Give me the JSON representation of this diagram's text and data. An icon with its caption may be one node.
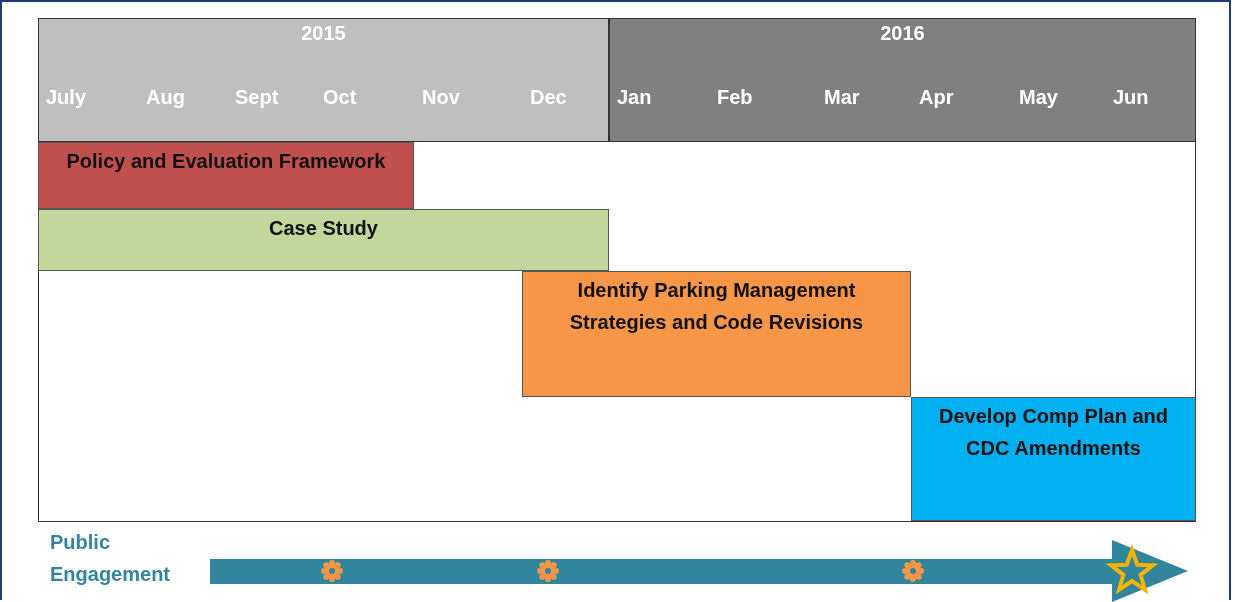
{
  "diagram": {
    "nodes": [
      {
        "text": [
          "Policy and Evaluation Framework"
        ]
      },
      {
        "text": [
          "Case Study"
        ]
      },
      {
        "text": [
          "Identify Parking Management Strategies and Code Revisions"
        ]
      },
      {
        "text": [
          "Develop Comp Plan and CDC Amendments"
        ]
      }
    ],
    "labels": [
      "2015",
      "2016",
      "July",
      "Aug",
      "Sept",
      "Oct",
      "Nov",
      "Dec",
      "Jan",
      "Feb",
      "Mar",
      "Apr",
      "May",
      "Jun",
      "Public Engagement"
    ]
  }
}
